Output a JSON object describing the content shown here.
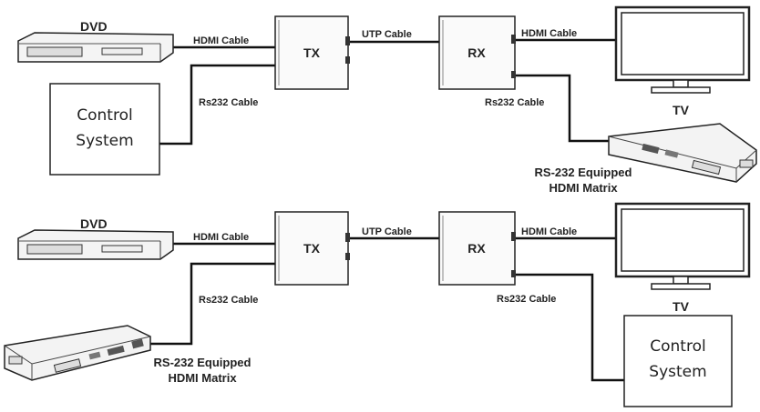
{
  "top": {
    "dvd": "DVD",
    "hdmi_in": "HDMI Cable",
    "tx": "TX",
    "utp": "UTP Cable",
    "rx": "RX",
    "hdmi_out": "HDMI Cable",
    "tv": "TV",
    "rs232_left": "Rs232 Cable",
    "rs232_right": "Rs232 Cable",
    "control_line1": "Control",
    "control_line2": "System",
    "matrix_line1": "RS-232 Equipped",
    "matrix_line2": "HDMI Matrix"
  },
  "bottom": {
    "dvd": "DVD",
    "hdmi_in": "HDMI Cable",
    "tx": "TX",
    "utp": "UTP Cable",
    "rx": "RX",
    "hdmi_out": "HDMI Cable",
    "tv": "TV",
    "rs232_left": "Rs232 Cable",
    "rs232_right": "Rs232 Cable",
    "control_line1": "Control",
    "control_line2": "System",
    "matrix_line1": "RS-232 Equipped",
    "matrix_line2": "HDMI Matrix"
  }
}
